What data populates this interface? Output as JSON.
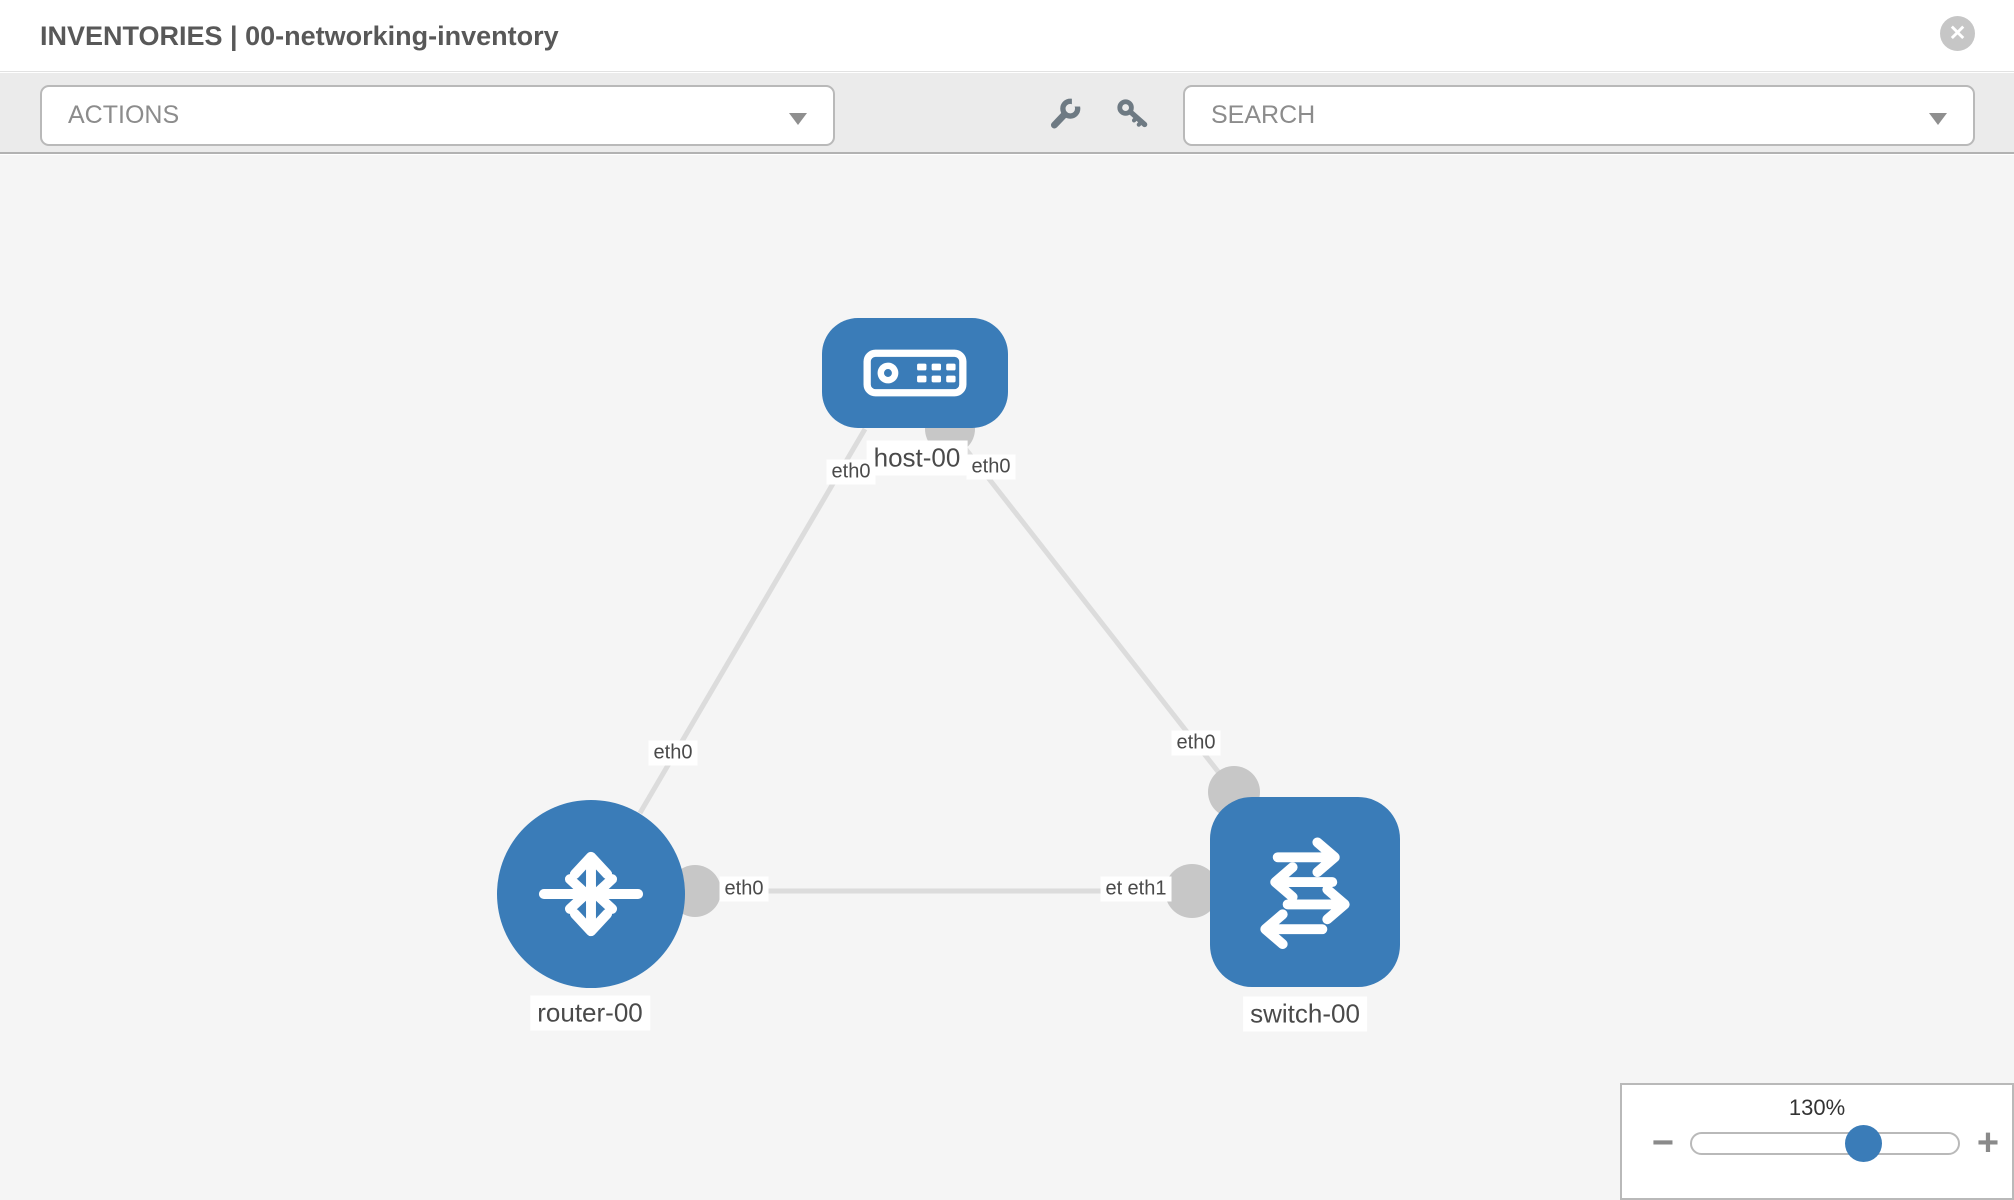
{
  "header": {
    "title": "INVENTORIES | 00-networking-inventory",
    "close_glyph": "✕"
  },
  "toolbar": {
    "actions_label": "ACTIONS",
    "search_label": "SEARCH"
  },
  "topology": {
    "nodes": [
      {
        "id": "host-00",
        "label": "host-00",
        "type": "host"
      },
      {
        "id": "router-00",
        "label": "router-00",
        "type": "router"
      },
      {
        "id": "switch-00",
        "label": "switch-00",
        "type": "switch"
      }
    ],
    "links": [
      {
        "from": "host-00",
        "to": "router-00",
        "from_iface": "eth0",
        "to_iface": "eth0"
      },
      {
        "from": "host-00",
        "to": "switch-00",
        "from_iface": "eth0",
        "to_iface": "eth0"
      },
      {
        "from": "router-00",
        "to": "switch-00",
        "from_iface": "eth0",
        "to_iface": "eth1"
      }
    ],
    "iface_labels": {
      "host_left": "eth0",
      "host_right": "eth0",
      "router_top": "eth0",
      "switch_top": "eth0",
      "router_right": "eth0",
      "switch_left_hidden": "eth0",
      "switch_left": "eth1"
    }
  },
  "zoom_control": {
    "level": "130%",
    "minus_label": "−",
    "plus_label": "+"
  },
  "colors": {
    "node_blue": "#3a7cb8",
    "link_gray": "#dcdcdc",
    "port_gray": "#c7c7c7",
    "toolbar_bg": "#ebebeb",
    "canvas_bg": "#f5f5f5",
    "border_gray": "#b9b9b9",
    "title_text": "#585858",
    "muted_text": "#8c8c8c",
    "icon_gray": "#6e7a83"
  }
}
